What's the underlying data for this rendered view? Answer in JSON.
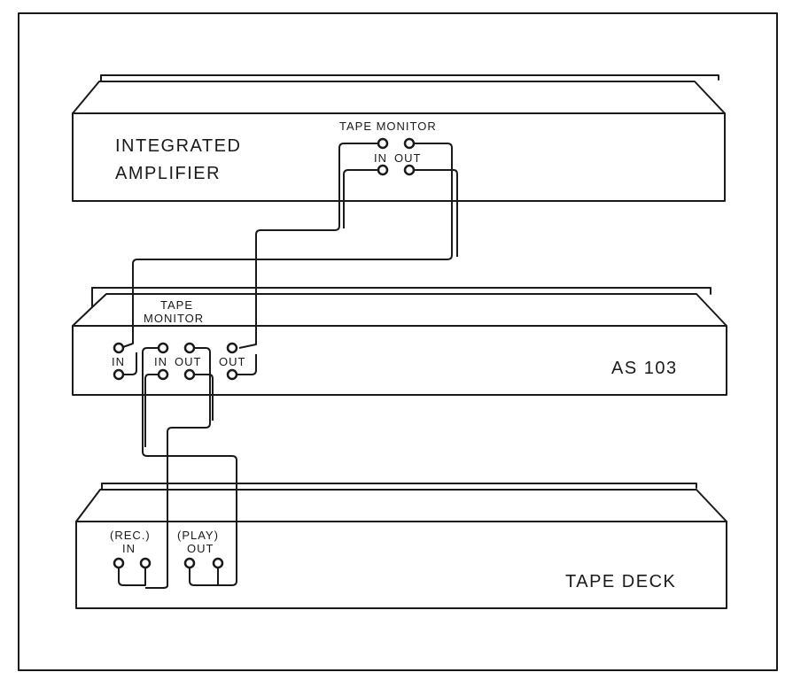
{
  "amplifier": {
    "title_line1": "INTEGRATED",
    "title_line2": "AMPLIFIER",
    "tape_monitor": "TAPE  MONITOR",
    "in": "IN",
    "out": "OUT"
  },
  "switcher": {
    "model": "AS 103",
    "tape_line1": "TAPE",
    "tape_line2": "MONITOR",
    "in_left": "IN",
    "in_mid": "IN",
    "out_mid": "OUT",
    "out_right": "OUT"
  },
  "deck": {
    "title": "TAPE  DECK",
    "rec": "(REC.)",
    "rec_in": "IN",
    "play": "(PLAY)",
    "play_out": "OUT"
  },
  "colors": {
    "ink": "#1a1a1a",
    "paper": "#ffffff"
  }
}
